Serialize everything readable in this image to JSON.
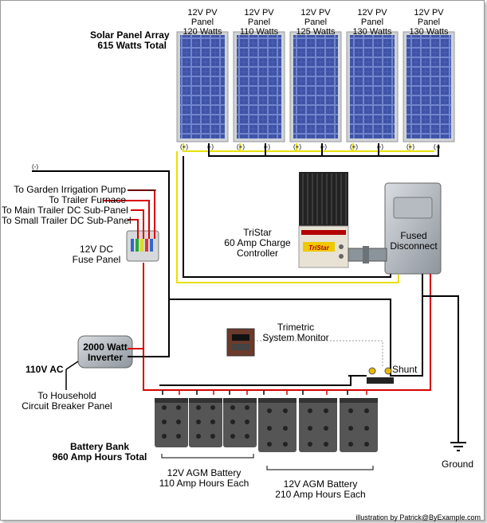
{
  "array_title": [
    "Solar Panel Array",
    "615 Watts Total"
  ],
  "panels": [
    {
      "label": "12V PV Panel",
      "watts": "120 Watts"
    },
    {
      "label": "12V PV Panel",
      "watts": "110 Watts"
    },
    {
      "label": "12V PV Panel",
      "watts": "125 Watts"
    },
    {
      "label": "12V PV Panel",
      "watts": "130 Watts"
    },
    {
      "label": "12V PV Panel",
      "watts": "130 Watts"
    }
  ],
  "panel_terminals": {
    "pos": "(+)",
    "neg": "(-)"
  },
  "circuits": [
    "To Garden Irrigation Pump",
    "To Trailer Furnace",
    "To Main Trailer DC Sub-Panel",
    "To Small Trailer DC Sub-Panel"
  ],
  "neg_marker": "(-)",
  "fuse_panel": [
    "12V DC",
    "Fuse Panel"
  ],
  "controller": [
    "TriStar",
    "60 Amp Charge",
    "Controller"
  ],
  "controller_brand": "TriStar",
  "disconnect": [
    "Fused",
    "Disconnect"
  ],
  "monitor": [
    "Trimetric",
    "System Monitor"
  ],
  "inverter": [
    "2000 Watt",
    "Inverter"
  ],
  "ac_out": "110V AC",
  "household": [
    "To Household",
    "Circuit Breaker Panel"
  ],
  "shunt": "Shunt",
  "battery_bank": [
    "Battery Bank",
    "960 Amp Hours Total"
  ],
  "batt_small": [
    "12V AGM Battery",
    "110 Amp Hours Each"
  ],
  "batt_large": [
    "12V AGM Battery",
    "210 Amp Hours Each"
  ],
  "ground": "Ground",
  "credit": "illustration by Patrick@ByExample.com",
  "colors": {
    "positive": "#d80000",
    "negative": "#000000",
    "pv": "#e8e000",
    "panel": "#4356a8"
  }
}
